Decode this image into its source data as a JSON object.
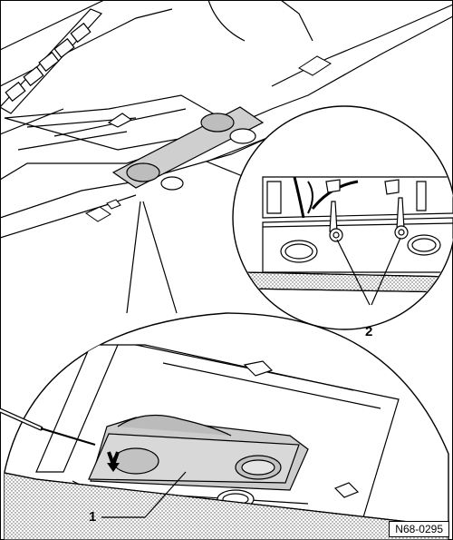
{
  "callouts": [
    {
      "id": "1",
      "label": "1"
    },
    {
      "id": "2",
      "label": "2"
    }
  ],
  "reference_code": "N68-0295"
}
